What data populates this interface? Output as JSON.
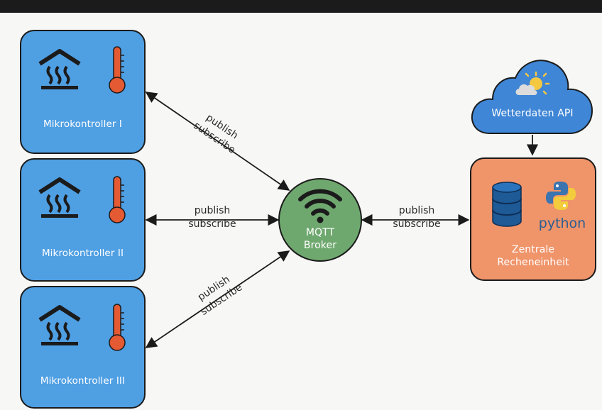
{
  "microcontrollers": [
    {
      "label": "Mikrokontroller I"
    },
    {
      "label": "Mikrokontroller II"
    },
    {
      "label": "Mikrokontroller III"
    }
  ],
  "broker": {
    "line1": "MQTT",
    "line2": "Broker"
  },
  "weather": {
    "label": "Wetterdaten API"
  },
  "central": {
    "line1": "Zentrale",
    "line2": "Recheneinheit",
    "python_label": "python"
  },
  "connections": {
    "mk1": {
      "publish": "publish",
      "subscribe": "subscribe"
    },
    "mk2": {
      "publish": "publish",
      "subscribe": "subscribe"
    },
    "mk3": {
      "publish": "publish",
      "subscribe": "subscribe"
    },
    "central": {
      "publish": "publish",
      "subscribe": "subscribe"
    }
  },
  "colors": {
    "microcontroller_fill": "#4f9fe3",
    "broker_fill": "#6fa86f",
    "central_fill": "#f0946a",
    "cloud_fill": "#3f86d6",
    "thermometer_red": "#e45a33"
  },
  "icons": [
    "heating-icon",
    "thermometer-icon",
    "wifi-icon",
    "cloud-sun-icon",
    "database-icon",
    "python-logo-icon"
  ]
}
